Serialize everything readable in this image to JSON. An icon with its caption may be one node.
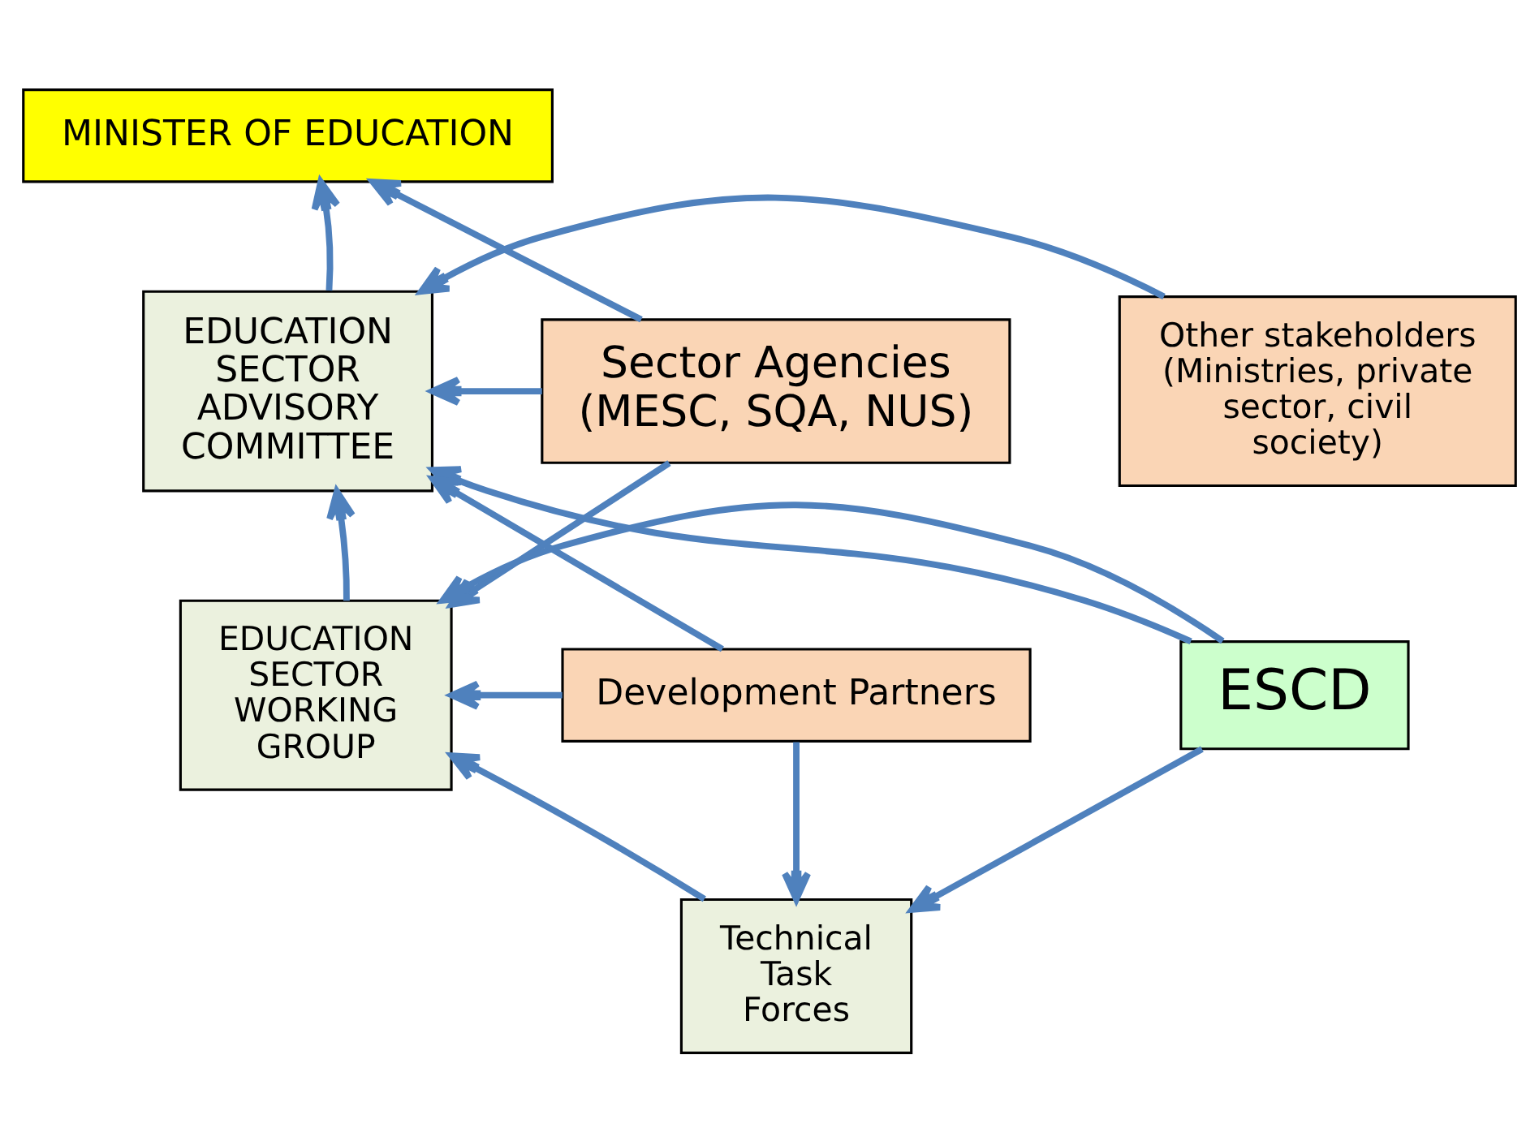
{
  "diagram": {
    "nodes": [
      {
        "text": [
          "MINISTER OF EDUCATION"
        ]
      },
      {
        "text": [
          "Other stakeholders (Ministries, private sector, civil society)"
        ]
      },
      {
        "text": [
          "EDUCATION SECTOR ADVISORY COMMITTEE"
        ]
      },
      {
        "text": [
          "Sector Agencies (MESC, SQA, NUS)"
        ]
      },
      {
        "text": [
          "EDUCATION SECTOR WORKING GROUP"
        ]
      },
      {
        "text": [
          "ESCD"
        ]
      },
      {
        "text": [
          "Development Partners"
        ]
      },
      {
        "text": [
          "Technical Task Forces"
        ]
      }
    ],
    "edges": [
      {
        "from": 2,
        "to": 0,
        "arrow": "to"
      },
      {
        "from": 3,
        "to": 0,
        "arrow": "to"
      },
      {
        "from": 1,
        "to": 2,
        "arrow": "to"
      },
      {
        "from": 3,
        "to": 2,
        "arrow": "to"
      },
      {
        "from": 3,
        "to": 4,
        "arrow": "to"
      },
      {
        "from": 4,
        "to": 2,
        "arrow": "to"
      },
      {
        "from": 5,
        "to": 2,
        "arrow": "to"
      },
      {
        "from": 5,
        "to": 4,
        "arrow": "to"
      },
      {
        "from": 5,
        "to": 7,
        "arrow": "to"
      },
      {
        "from": 7,
        "to": 4,
        "arrow": "to"
      },
      {
        "from": 6,
        "to": 4,
        "arrow": "to"
      },
      {
        "from": 6,
        "to": 2,
        "arrow": "to"
      },
      {
        "from": 6,
        "to": 7,
        "arrow": "to"
      }
    ]
  }
}
